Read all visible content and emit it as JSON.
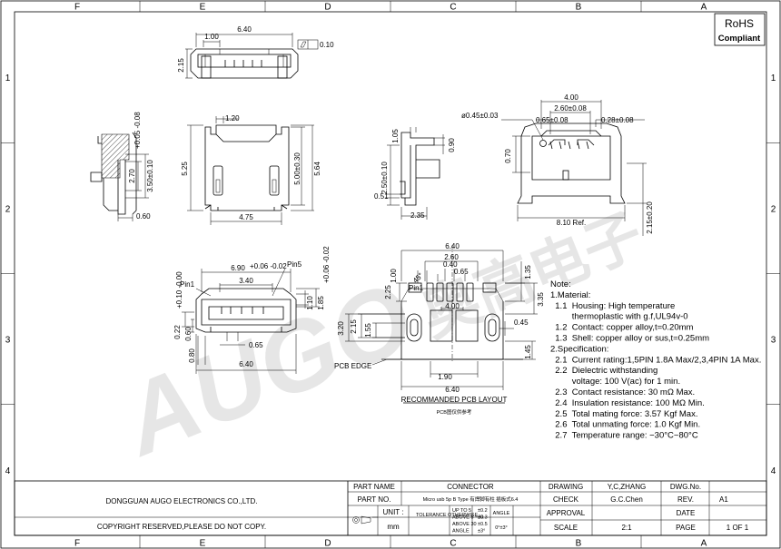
{
  "grid": {
    "columns": [
      "F",
      "E",
      "D",
      "C",
      "B",
      "A"
    ],
    "rows": [
      "1",
      "2",
      "3",
      "4"
    ]
  },
  "rohs": {
    "line1": "RoHS",
    "line2": "Compliant"
  },
  "watermark": {
    "latin": "AUGO",
    "cjk": "奥高电子"
  },
  "top_view": {
    "dim_width": "6.40",
    "dim_left": "1.00",
    "dim_height": "2.15",
    "flatness_value": "0.10"
  },
  "front_view": {
    "dim_top": "1.20",
    "dim_left": "5.25",
    "dim_right_inner": "5.00±0.30",
    "dim_right_outer": "5.64",
    "dim_bottom": "4.75"
  },
  "left_side_view": {
    "dim_a": "2.70",
    "dim_a_tol": "+0.05 -0.08",
    "dim_b": "3.50±0.10",
    "dim_bottom": "0.60"
  },
  "mid_side_view": {
    "dim_top": "1.05",
    "dim_mid": "0.90",
    "dim_left": "2.50±0.10",
    "dim_small": "0.51",
    "dim_bottom": "2.35"
  },
  "right_view": {
    "dim_400": "4.00",
    "dim_260": "2.60±0.08",
    "dim_045": "ø0.45±0.03",
    "dim_065": "0.65±0.08",
    "dim_028": "0.28±0.08",
    "dim_070": "0.70",
    "dim_810": "8.10 Ref.",
    "dim_215": "2.15±0.20"
  },
  "bottom_view": {
    "dim_690": "6.90",
    "dim_690_tol": "+0.06 -0.02",
    "dim_340": "3.40",
    "pin1": "Pin1",
    "pin5": "Pin5",
    "dim_110": "1.10",
    "dim_185": "1.85",
    "dim_185_tol": "+0.06 -0.02",
    "dim_022": "0.22",
    "dim_060": "0.60",
    "dim_010": "+0.10 -0.00",
    "dim_065": "0.65",
    "dim_080": "0.80",
    "dim_640": "6.40"
  },
  "pcb_layout": {
    "dim_640_top": "6.40",
    "dim_260": "2.60",
    "dim_040": "0.40",
    "dim_065": "0.65",
    "dim_100": "1.00",
    "dim_225": "2.25",
    "dim_135": "1.35",
    "dim_335": "3.35",
    "dim_45": "45°",
    "pin1": "Pin1",
    "dim_400": "4.00",
    "dim_320": "3.20",
    "dim_215": "2.15",
    "dim_155": "1.55",
    "dim_045": "0.45",
    "dim_145": "1.45",
    "dim_190": "1.90",
    "dim_640_bot": "6.40",
    "pcb_edge": "PCB EDGE",
    "title": "RECOMMANDED PCB LAYOUT",
    "subtitle": "PCB图仅供参考"
  },
  "notes": {
    "lines": [
      "Note:",
      "1.Material:",
      "  1.1  Housing: High temperature",
      "         thermoplastic with g.f,UL94v-0",
      "  1.2  Contact: copper alloy,t=0.20mm",
      "  1.3  Shell: copper alloy or sus,t=0.25mm",
      "2.Specification:",
      "  2.1  Current rating:1,5PIN 1.8A Max/2,3,4PIN 1A Max.",
      "  2.2  Dielectric withstanding",
      "         voltage: 100 V(ac) for 1 min.",
      "  2.3  Contact resistance: 30 mΩ Max.",
      "  2.4  Insulation resistance: 100 MΩ Min.",
      "  2.5  Total mating force: 3.57 Kgf Max.",
      "  2.6  Total unmating force: 1.0 Kgf Min.",
      "  2.7  Temperature range: −30°C~80°C"
    ]
  },
  "title_block": {
    "company": "DONGGUAN AUGO ELECTRONICS CO.,LTD.",
    "copyright": "COPYRIGHT RESERVED,PLEASE DO NOT COPY.",
    "part_name_label": "PART NAME",
    "part_name": "CONNECTOR",
    "part_no_label": "PART NO.",
    "part_no": "Micro usb 5p B Type 有焊脚有柱 插板式6.4",
    "unit_label": "UNIT :",
    "unit": "mm",
    "tolerance_label": "TOLERANCE OTHERWISE",
    "tol_rows": [
      [
        "UP TO 5",
        "±0.2"
      ],
      [
        "ABOVE 5 ~30",
        "±0.3"
      ],
      [
        "ABOVE 30",
        "±0.5"
      ],
      [
        "ANGLE",
        "±3°"
      ]
    ],
    "angle_label": "ANGLE",
    "angle_value": "0°±3°",
    "drawing_label": "DRAWING",
    "drawing": "Y,C,ZHANG",
    "dwg_no_label": "DWG.No.",
    "dwg_no": "",
    "check_label": "CHECK",
    "check": "G.C.Chen",
    "rev_label": "REV.",
    "rev": "A1",
    "approval_label": "APPROVAL",
    "approval": "",
    "date_label": "DATE",
    "date": "",
    "scale_label": "SCALE",
    "scale": "2:1",
    "page_label": "PAGE",
    "page": "1 OF 1"
  }
}
